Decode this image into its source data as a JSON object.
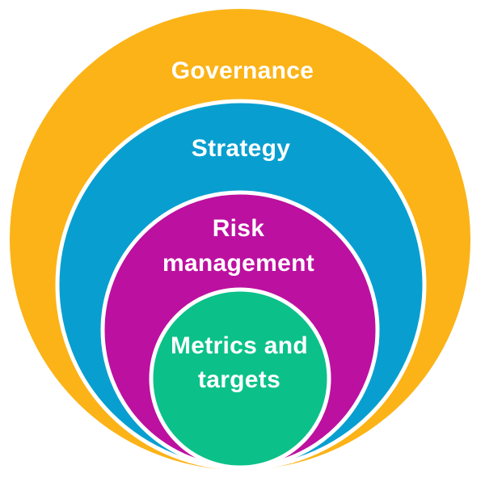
{
  "diagram": {
    "type": "nested-circles",
    "background_color": "#FFFFFF",
    "separator_color": "#FFFFFF",
    "label_color": "#FFFFFF",
    "rings": [
      {
        "id": "governance",
        "label": "Governance",
        "label_lines": [
          "Governance"
        ],
        "color": "#FBB317"
      },
      {
        "id": "strategy",
        "label": "Strategy",
        "label_lines": [
          "Strategy"
        ],
        "color": "#089FD0"
      },
      {
        "id": "risk-management",
        "label": "Risk management",
        "label_lines": [
          "Risk",
          "management"
        ],
        "color": "#BC10A0"
      },
      {
        "id": "metrics-and-targets",
        "label": "Metrics and targets",
        "label_lines": [
          "Metrics and",
          "targets"
        ],
        "color": "#0BC189"
      }
    ]
  }
}
